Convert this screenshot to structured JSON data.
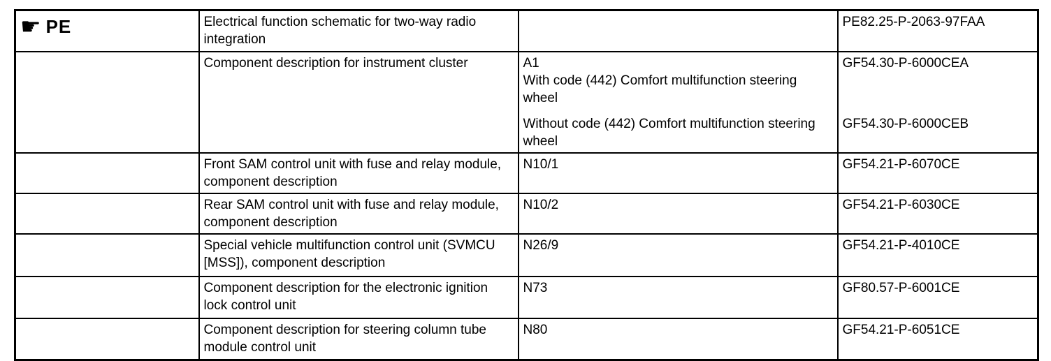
{
  "table": {
    "marker": {
      "icon_glyph": "☛",
      "label": "PE"
    },
    "rows": [
      {
        "description": "Electrical function schematic for two-way radio integration",
        "component": "",
        "document": "PE82.25-P-2063-97FAA"
      },
      {
        "description": "Component description for instrument cluster",
        "blocks": [
          {
            "code": "A1",
            "variant": "With code (442) Comfort multifunction steering wheel",
            "document": "GF54.30-P-6000CEA"
          },
          {
            "variant": "Without code (442) Comfort multifunction steering wheel",
            "document": "GF54.30-P-6000CEB"
          }
        ]
      },
      {
        "description": "Front SAM control unit with fuse and relay module, component description",
        "component": "N10/1",
        "document": "GF54.21-P-6070CE"
      },
      {
        "description": "Rear SAM control unit with fuse and relay module, component description",
        "component": "N10/2",
        "document": "GF54.21-P-6030CE"
      },
      {
        "description": "Special vehicle multifunction control unit (SVMCU [MSS]), component description",
        "component": "N26/9",
        "document": "GF54.21-P-4010CE"
      },
      {
        "description": "Component description for the electronic ignition lock control unit",
        "component": "N73",
        "document": "GF80.57-P-6001CE"
      },
      {
        "description": "Component description for steering column tube module control unit",
        "component": "N80",
        "document": "GF54.21-P-6051CE"
      }
    ]
  }
}
